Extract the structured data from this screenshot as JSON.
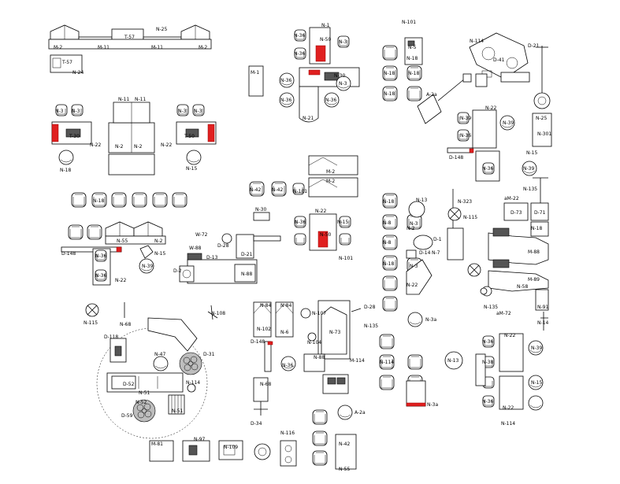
{
  "labels": {
    "n25": "N-25",
    "t57a": "T-57",
    "m11a": "M-11",
    "m11b": "M-11",
    "m2a": "M-2",
    "m2b": "M-2",
    "t57b": "T-57",
    "n24": "N-24",
    "n36a": "N-36",
    "n36b": "N-36",
    "n50a": "N-50",
    "n3a": "N-3",
    "n1a": "N-1",
    "m1a": "M-1",
    "n36c": "N-36",
    "n36d": "N-36",
    "n30a": "N-30",
    "n36e": "N-36",
    "n3b": "N-3",
    "n21a": "N-21",
    "n101a": "N-101",
    "n5a": "N-5",
    "n18a": "N-18",
    "n18b": "N-18",
    "n18c": "N-18",
    "n18d": "N-18",
    "a2a": "A-2a",
    "n114a": "N-114",
    "d41": "D-41",
    "d21": "D-21",
    "n11a": "N-11",
    "n11b": "N-11",
    "n3c": "N-3",
    "n3d": "N-3",
    "n3e": "N-3",
    "n3f": "N-3",
    "t30a": "T-30",
    "t50": "T-50",
    "n22a": "N-22",
    "n2a": "N-2",
    "n2b": "N-2",
    "n22b": "N-22",
    "n18e": "N-18",
    "n15a": "N-15",
    "n22c": "N-22",
    "n39a": "N-39",
    "n36f": "N-36",
    "n25b": "N-25",
    "n301": "N-301",
    "n39b": "N-39",
    "d148a": "D-148",
    "n15b": "N-15",
    "n36g": "N-36",
    "n39c": "N-39",
    "m2c": "M-2",
    "m2d": "M-2",
    "n42a": "N-42",
    "n42b": "N-42",
    "n101b": "N-101",
    "n13a": "N-13",
    "n3g": "N-3",
    "n3h": "N-3",
    "n18f": "N-18",
    "n8": "N-8",
    "n18g": "N-18",
    "n2c": "N-2",
    "n22d": "N-22",
    "d1": "D-1",
    "n7": "N-7",
    "n8b": "N-8",
    "d14": "D-14",
    "n323": "N-323",
    "n115a": "N-115",
    "n135a": "N-135",
    "m22a": "aM-22",
    "d73": "D-73",
    "d71": "D-71",
    "m88": "M-88",
    "m89": "M-89",
    "n18h": "N-18",
    "n58": "N-58",
    "n36h": "N-36",
    "n55": "N-55",
    "n2d": "N-2",
    "d148b": "D-148",
    "n15c": "N-15",
    "n36i": "N-36",
    "n39d": "N-39",
    "n22e": "N-22",
    "n30b": "N-30",
    "n22f": "N-22",
    "n36j": "N-36",
    "n50b": "N-50",
    "n15d": "N-15",
    "n101c": "N-101",
    "w72": "W-72",
    "d28a": "D-28",
    "d21b": "D-21",
    "w88": "W-88",
    "d13": "D-13",
    "n88": "N-88",
    "d2": "D-2",
    "n115b": "N-115",
    "n108": "N-108",
    "n68": "N-68",
    "d118": "D-118",
    "n47": "N-47",
    "d31": "D-31",
    "d52": "D-52",
    "n114b": "N-114",
    "n51a": "N-51",
    "n51b": "N-51",
    "n52": "N-52",
    "d59": "D-59",
    "n84a": "N-84",
    "n84b": "N-84",
    "n102": "N-102",
    "n6": "N-6",
    "d148c": "D-148",
    "n36k": "N-36",
    "n104": "N-104",
    "n107": "N-107",
    "n73": "N-73",
    "d28b": "D-28",
    "n135b": "N-135",
    "n88b": "N-88",
    "m114": "M-114",
    "n3a2": "N-3a",
    "n13b": "N-13",
    "n3a3": "N-3a",
    "d34": "D-34",
    "n68b": "N-68",
    "n114c": "N-114",
    "n135c": "N-135",
    "m72": "aM-72",
    "n91": "N-91",
    "n14": "N-14",
    "n36l": "N-36",
    "n38": "N-38",
    "n39e": "N-39",
    "n22g": "N-22",
    "n15e": "N-15",
    "n36m": "N-36",
    "n22h": "N-22",
    "n114d": "N-114",
    "n116": "N-116",
    "m81": "M-81",
    "n109": "N-109",
    "n97": "N-97",
    "a2b": "A-2a",
    "n42c": "N-42",
    "n55b": "N-55"
  }
}
